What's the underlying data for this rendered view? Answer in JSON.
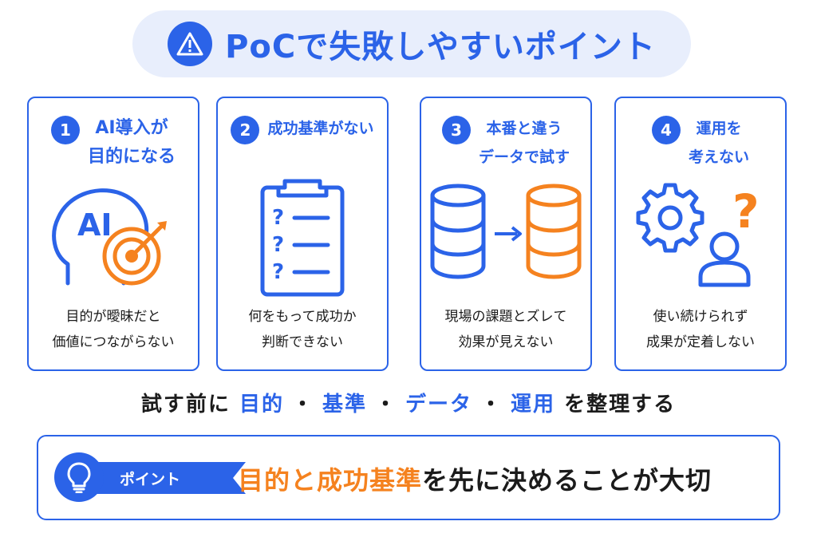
{
  "header": {
    "title": "PoCで失敗しやすいポイント",
    "icon": "warning-icon"
  },
  "cards": [
    {
      "number": "1",
      "title": "AI導入が\n目的になる",
      "icon": "ai-head-target-icon",
      "description": "目的が曖昧だと\n価値につながらない"
    },
    {
      "number": "2",
      "title": "成功基準がない",
      "icon": "clipboard-questions-icon",
      "description": "何をもって成功か\n判断できない"
    },
    {
      "number": "3",
      "title": "本番と違う\nデータで試す",
      "icon": "database-arrow-database-icon",
      "description": "現場の課題とズレて\n効果が見えない"
    },
    {
      "number": "4",
      "title": "運用を\n考えない",
      "icon": "gear-person-question-icon",
      "description": "使い続けられず\n成果が定着しない"
    }
  ],
  "summary": {
    "prefix": "試す前に",
    "items": [
      "目的",
      "基準",
      "データ",
      "運用"
    ],
    "separator": "・",
    "suffix": "を整理する"
  },
  "point": {
    "label": "ポイント",
    "highlight": "目的と成功基準",
    "rest": "を先に決めることが大切",
    "icon": "lightbulb-icon"
  },
  "colors": {
    "blue": "#2b63e8",
    "orange": "#f5821f",
    "light_blue_bg": "#e8eefc"
  }
}
